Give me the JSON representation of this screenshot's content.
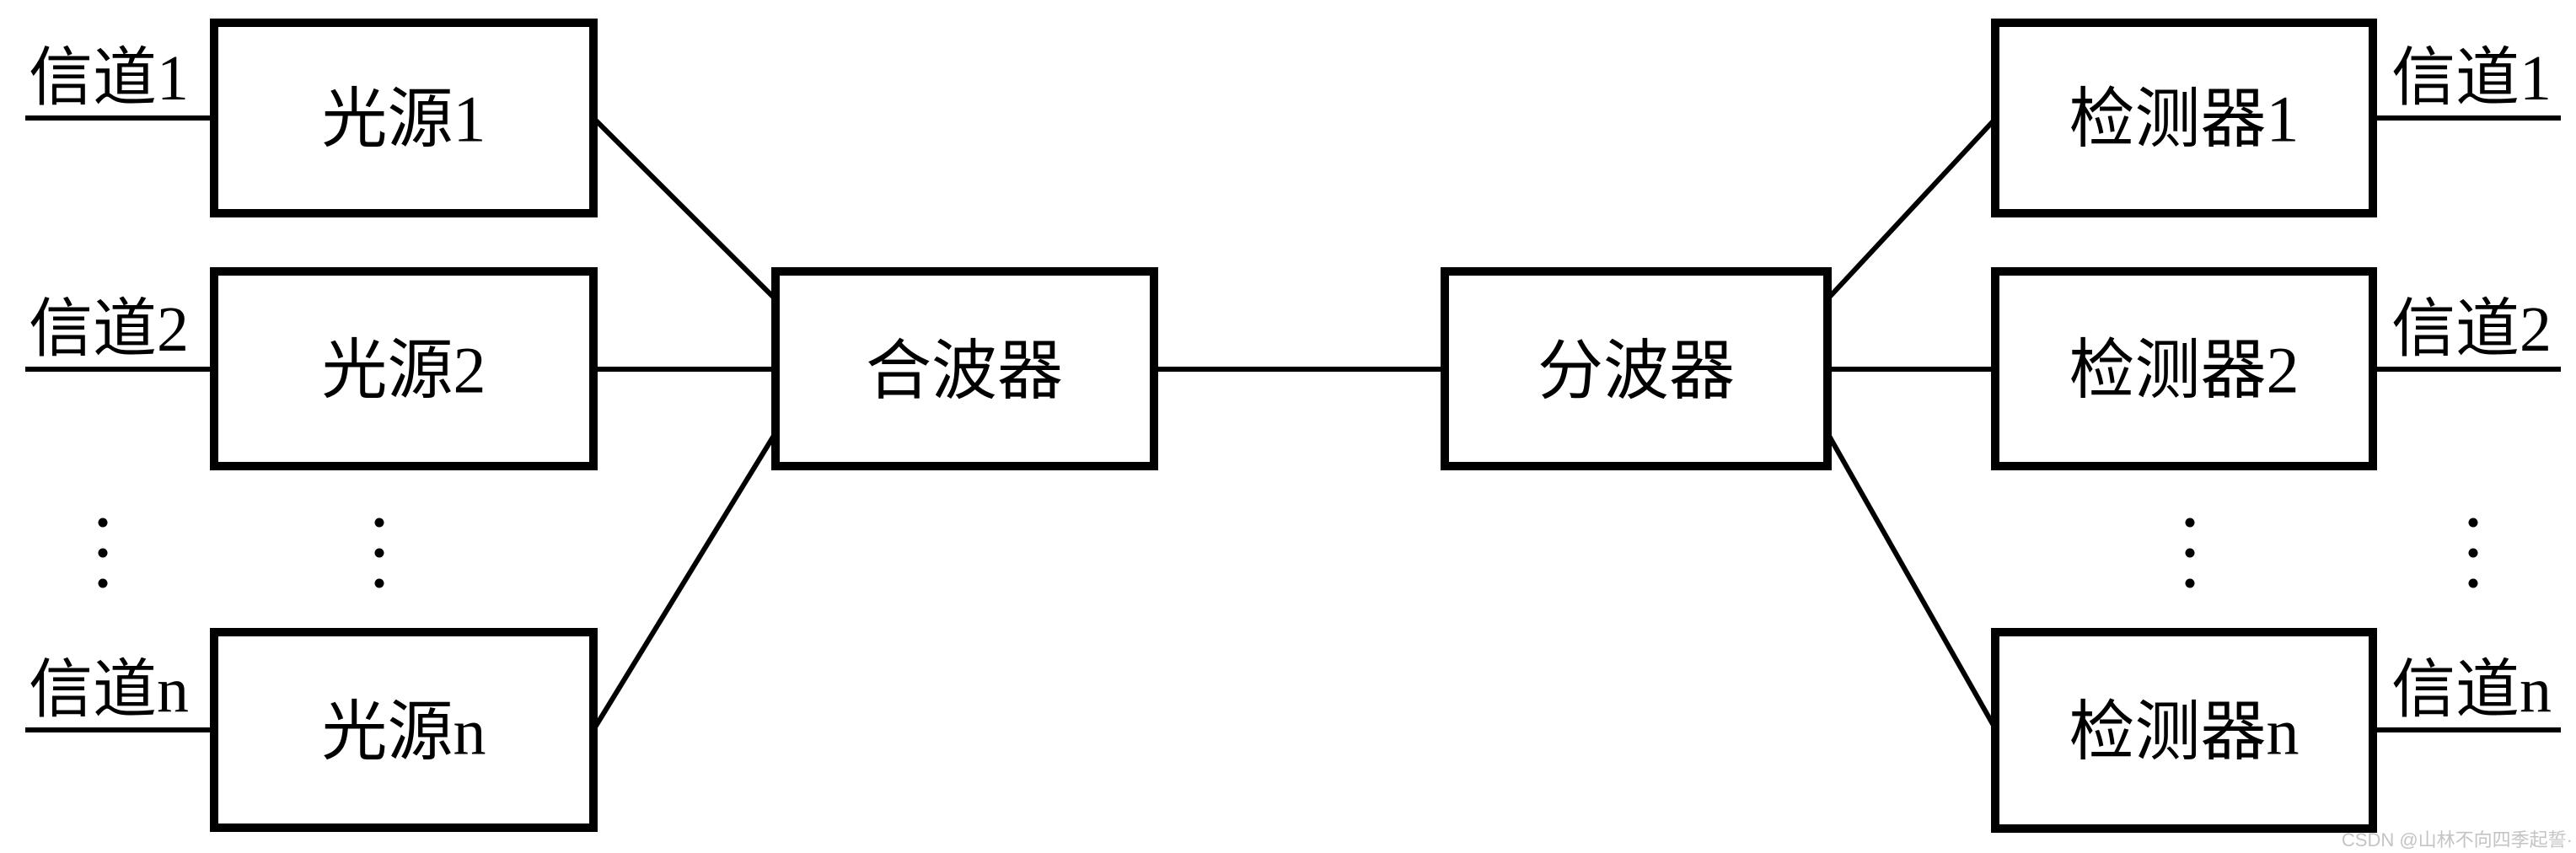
{
  "diagram_title": "WDM system block diagram",
  "colors": {
    "line": "#000000",
    "box_fill": "#ffffff",
    "background": "#ffffff",
    "watermark_text": "#c5c3c3"
  },
  "transmit_side": {
    "channels": [
      {
        "label": "信道1"
      },
      {
        "label": "信道2"
      },
      {
        "label": "信道n"
      }
    ],
    "sources": [
      {
        "label": "光源1"
      },
      {
        "label": "光源2"
      },
      {
        "label": "光源n"
      }
    ]
  },
  "multiplexer": {
    "label": "合波器"
  },
  "demultiplexer": {
    "label": "分波器"
  },
  "receive_side": {
    "detectors": [
      {
        "label": "检测器1"
      },
      {
        "label": "检测器2"
      },
      {
        "label": "检测器n"
      }
    ],
    "channels": [
      {
        "label": "信道1"
      },
      {
        "label": "信道2"
      },
      {
        "label": "信道n"
      }
    ]
  },
  "watermark": {
    "text": "CSDN @山林不向四季起誓·"
  }
}
